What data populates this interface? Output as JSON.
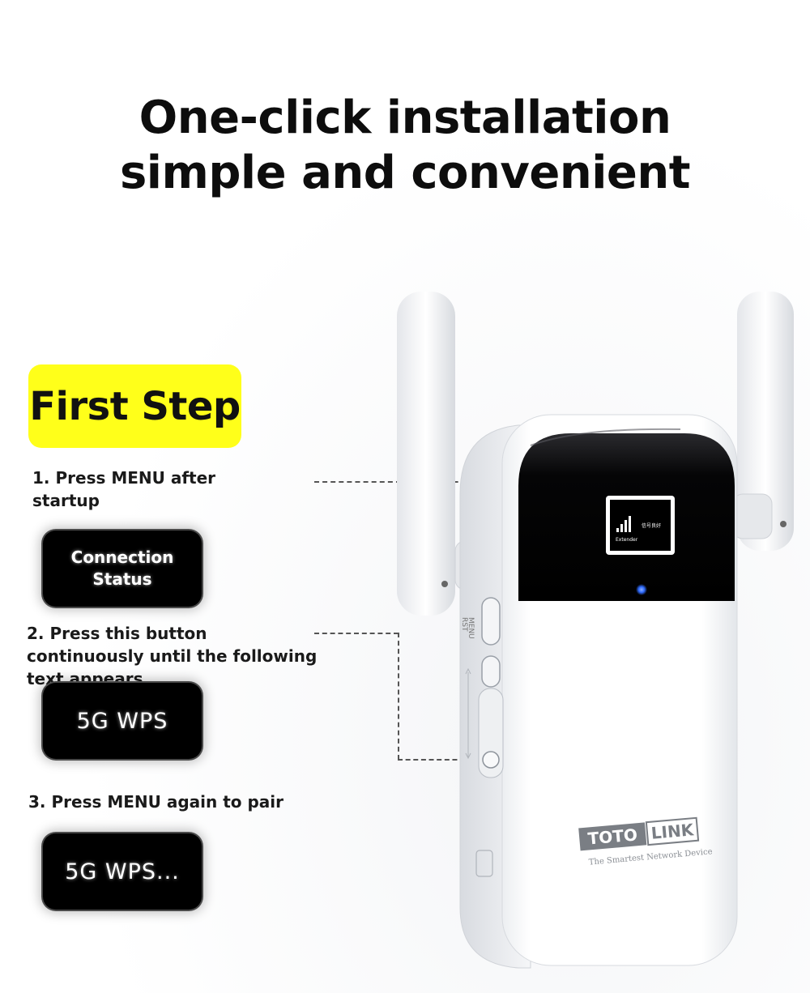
{
  "headline": {
    "line1": "One-click installation",
    "line2": "simple and convenient"
  },
  "step_badge": {
    "label": "First Step",
    "color": "#ffff1a"
  },
  "instructions": [
    {
      "text": "1. Press MENU after startup"
    },
    {
      "text": "2. Press this button continuously until the following text appears"
    },
    {
      "text": "3. Press MENU again to pair"
    }
  ],
  "oled_screens": [
    {
      "line1": "Connection",
      "line2": "Status"
    },
    {
      "text": "5G WPS"
    },
    {
      "text": "5G WPS..."
    }
  ],
  "device": {
    "brand_left": "TOTO",
    "brand_right": "LINK",
    "tagline": "The Smartest Network Device",
    "screen_label": "Extender",
    "screen_status": "信号良好",
    "button_label_menu": "MENU",
    "button_label_rst": "RST",
    "led_color": "#2f6bff"
  }
}
